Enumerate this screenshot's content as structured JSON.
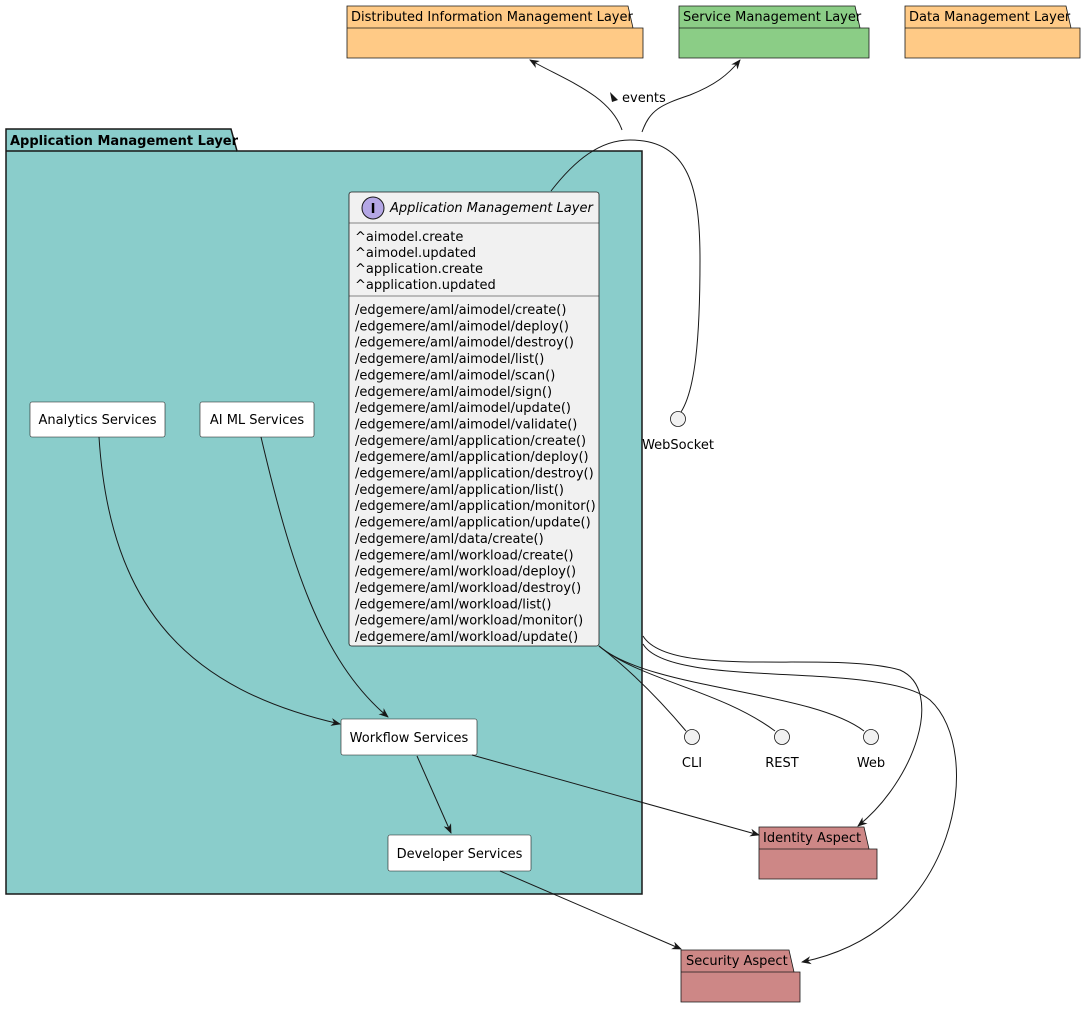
{
  "packages": {
    "distributed_information": {
      "label": "Distributed Information Management Layer",
      "color": "#FFCA86"
    },
    "service_management": {
      "label": "Service Management Layer",
      "color": "#8BCD86"
    },
    "data_management": {
      "label": "Data Management Layer",
      "color": "#FFCA86"
    },
    "application_management": {
      "label": "Application Management Layer",
      "color": "#8ACDCB"
    },
    "identity_aspect": {
      "label": "Identity Aspect",
      "color": "#CD8786"
    },
    "security_aspect": {
      "label": "Security Aspect",
      "color": "#CD8786"
    }
  },
  "interface_class": {
    "stereotype_letter": "I",
    "title": "Application Management Layer",
    "events": [
      "^aimodel.create",
      "^aimodel.updated",
      "^application.create",
      "^application.updated"
    ],
    "methods": [
      "/edgemere/aml/aimodel/create()",
      "/edgemere/aml/aimodel/deploy()",
      "/edgemere/aml/aimodel/destroy()",
      "/edgemere/aml/aimodel/list()",
      "/edgemere/aml/aimodel/scan()",
      "/edgemere/aml/aimodel/sign()",
      "/edgemere/aml/aimodel/update()",
      "/edgemere/aml/aimodel/validate()",
      "/edgemere/aml/application/create()",
      "/edgemere/aml/application/deploy()",
      "/edgemere/aml/application/destroy()",
      "/edgemere/aml/application/list()",
      "/edgemere/aml/application/monitor()",
      "/edgemere/aml/application/update()",
      "/edgemere/aml/data/create()",
      "/edgemere/aml/workload/create()",
      "/edgemere/aml/workload/deploy()",
      "/edgemere/aml/workload/destroy()",
      "/edgemere/aml/workload/list()",
      "/edgemere/aml/workload/monitor()",
      "/edgemere/aml/workload/update()"
    ]
  },
  "services": {
    "analytics": "Analytics Services",
    "ai_ml": "AI ML Services",
    "workflow": "Workflow Services",
    "developer": "Developer Services"
  },
  "interfaces": {
    "websocket": "WebSocket",
    "cli": "CLI",
    "rest": "REST",
    "web": "Web"
  },
  "edge_labels": {
    "events": "events"
  },
  "colors": {
    "class_fill": "#F1F1F1",
    "stereotype_circle": "#A9DCDF",
    "stroke": "#181818",
    "node_fill": "#FFFFFF"
  }
}
